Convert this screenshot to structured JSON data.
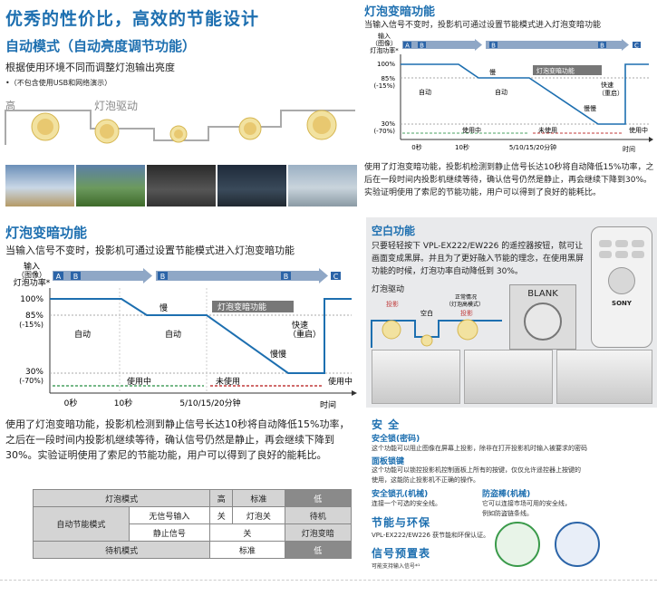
{
  "page": {
    "main_title": "优秀的性价比，高效的节能设计",
    "auto_mode": {
      "title": "自动模式（自动亮度调节功能）",
      "desc": "根据使用环境不同而调整灯泡输出亮度",
      "note": "•（不包含使用USB和网络演示）",
      "high_label": "高",
      "lamp_drive_label": "灯泡驱动"
    },
    "dimming": {
      "title": "灯泡变暗功能",
      "desc": "当输入信号不变时，投影机可通过设置节能模式进入灯泡变暗功能",
      "body": "使用了灯泡变暗功能，投影机检测到静止信号长达10秒将自动降低15%功率，之后在一段时间内投影机继续等待，确认信号仍然是静止，再会继续下降到30%。实验证明使用了索尼的节能功能，用户可以得到了良好的能耗比。"
    },
    "chart": {
      "ylabel_lines": [
        "输入",
        "（图像）",
        "灯泡功率*"
      ],
      "y_100": "100%",
      "y_85": "85%",
      "y_85b": "(-15%)",
      "y_30": "30%",
      "y_30b": "(-70%)",
      "blocks": [
        "A",
        "B",
        "B",
        "B",
        "C"
      ],
      "slow": "慢",
      "auto1": "自动",
      "auto2": "自动",
      "dimming_tag": "灯泡变暗功能",
      "fast1": "快速",
      "fast2": "（重启）",
      "slow2": "慢慢",
      "in_use": "使用中",
      "unused": "未使用",
      "in_use2": "使用中",
      "x0": "0秒",
      "x10": "10秒",
      "xmid": "5/10/15/20分钟",
      "xtime": "时间"
    },
    "table": {
      "rows": [
        [
          "灯泡模式",
          "高",
          "标准",
          "低"
        ],
        [
          "自动节能模式",
          "无信号输入",
          "关",
          "灯泡关",
          "待机"
        ],
        [
          "",
          "静止信号",
          "关",
          "灯泡变暗"
        ],
        [
          "待机模式",
          "标准",
          "低"
        ]
      ]
    },
    "blank": {
      "title": "空白功能",
      "desc": "只要轻轻按下 VPL-EX222/EW226 的遥控器按钮，就可让画面变成黑屏。并且为了更好融入节能的理念，在使用黑屏功能的时候，灯泡功率自动降低到 30%。",
      "lamp_label": "灯泡驱动",
      "proj": "投影",
      "blank_word": "空白",
      "normal": "正常情况",
      "normal2": "（灯泡高模式）",
      "proj2": "投影",
      "blank_btn": "BLANK",
      "brand": "SONY"
    },
    "security": {
      "title": "安 全",
      "lock_title": "安全锁(密码)",
      "lock_text": "这个功能可以阻止图像在屏幕上投影，除非在打开投影机时输入被要求的密码",
      "panel_title": "面板锁键",
      "panel_text": "这个功能可以锁控投影机控制面板上所有的按键，仅仅允许遥控器上按键的使用，这能防止投影机不正确的操作。",
      "hole_title": "安全锁孔(机械)",
      "hole_text": "连接一个可选的安全线。",
      "bar_title": "防盗棒(机械)",
      "bar_text": "它可以连接市场可用的安全线，例如防盗链条线。"
    },
    "eco": {
      "title": "节能与环保",
      "text": "VPL-EX222/EW226 获节能和环保认证。"
    },
    "signal": {
      "title": "信号预置表",
      "text": "可能支持输入信号*¹"
    }
  }
}
